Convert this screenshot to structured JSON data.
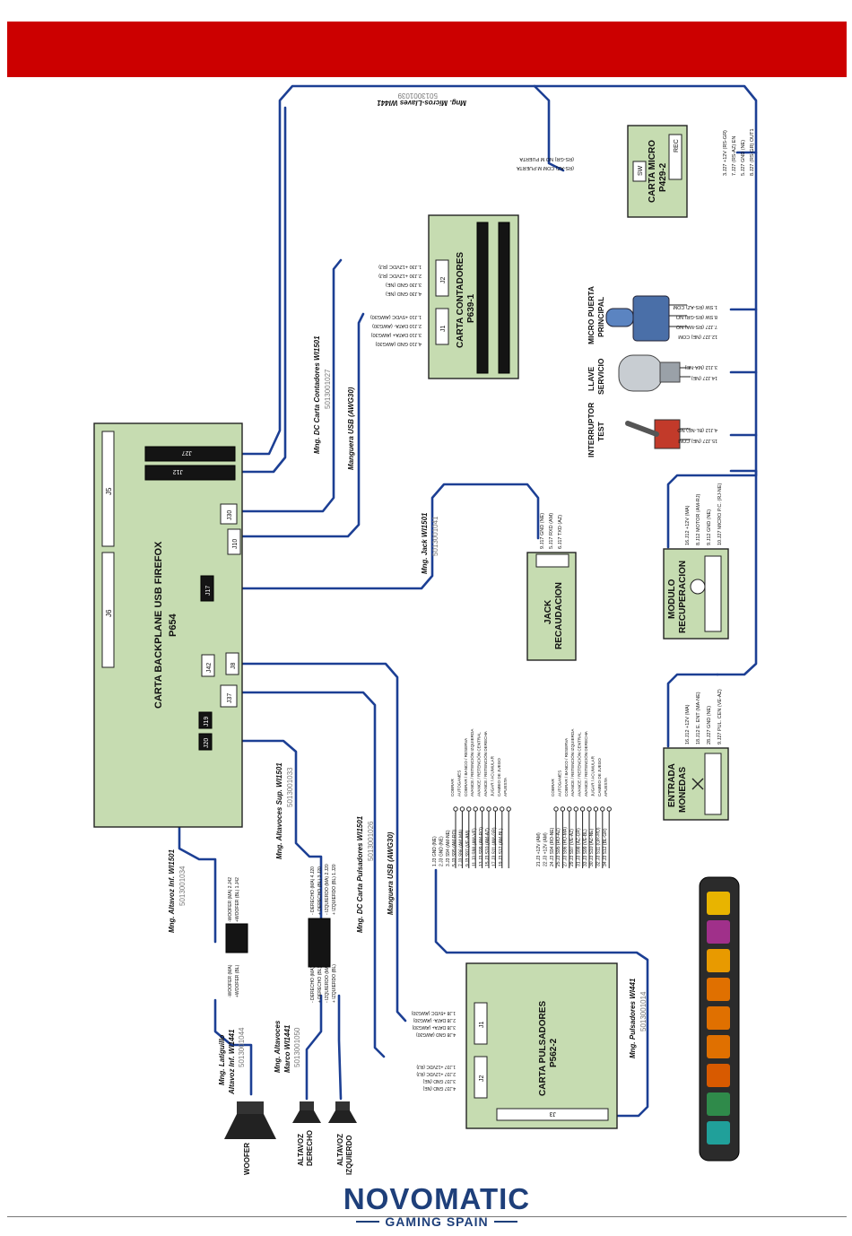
{
  "boards": {
    "backplane": {
      "title": "CARTA BACKPLANE USB FIREFOX",
      "code": "P654",
      "connectors": [
        "J5",
        "J6",
        "J27",
        "J12",
        "J30",
        "J10",
        "J17",
        "J42",
        "J8",
        "J37",
        "J19",
        "J20"
      ]
    },
    "contadores": {
      "title": "CARTA CONTADORES",
      "code": "P639-1",
      "j1": "J1",
      "j2": "J2"
    },
    "micro": {
      "title": "CARTA MICRO",
      "code": "P429-2",
      "rec": "REC",
      "sw": "SW"
    },
    "pulsadores": {
      "title": "CARTA PULSADORES",
      "code": "P562-2",
      "j1": "J1",
      "j2": "J2",
      "j3": "J3"
    },
    "jack": {
      "title": "JACK",
      "subtitle": "RECAUDACION"
    },
    "modulo": {
      "title": "MODULO",
      "subtitle": "RECUPERACION"
    },
    "entrada": {
      "title": "ENTRADA",
      "subtitle": "MONEDAS"
    }
  },
  "harnesses": {
    "micros_llaves": {
      "name": "Mng. Micros-Llaves WI441",
      "code": "5013001039"
    },
    "dc_contadores": {
      "name": "Mng. DC Carta Contadores WI1501",
      "code": "5013001027"
    },
    "usb_awg30_top": {
      "name": "Manguera USB (AWG30)"
    },
    "jack": {
      "name": "Mng. Jack WI1501",
      "code": "5013001041"
    },
    "altavoz_inf": {
      "name": "Mng. Altavoz Inf. WI1501",
      "code": "5013001034"
    },
    "altavoces_sup": {
      "name": "Mng. Altavoces Sup. WI1501",
      "code": "5013001033"
    },
    "dc_pulsadores": {
      "name": "Mng. DC Carta Pulsadores WI1501",
      "code": "5013001026"
    },
    "usb_awg30_bottom": {
      "name": "Manguera USB (AWG30)"
    },
    "pulsadores": {
      "name": "Mng. Pulsadores WI441",
      "code": "5013001014"
    },
    "latiguillo": {
      "name1": "Mng. Latiguillo",
      "name2": "Altavoz Inf. WI1441",
      "code": "5013001044"
    },
    "altavoces_marco": {
      "name1": "Mng. Altavoces",
      "name2": "Marco WI1441",
      "code": "5013001050"
    }
  },
  "devices": {
    "micro_puerta": {
      "line1": "MICRO PUERTA",
      "line2": "PRINCIPAL"
    },
    "llave": {
      "line1": "LLAVE",
      "line2": "SERVICIO"
    },
    "interruptor": {
      "line1": "INTERRUPTOR",
      "line2": "TEST"
    },
    "woofer": "WOOFER",
    "altavoz_der": {
      "line1": "ALTAVOZ",
      "line2": "DERECHO"
    },
    "altavoz_izq": {
      "line1": "ALTAVOZ",
      "line2": "IZQUIERDO"
    }
  },
  "wires": {
    "micro_rec": [
      "3.J27 +12V (RS-GR)",
      "7.J27 (RS-AZ) EN",
      "5.J27 GND (NE)",
      "8.J27 (RS-GR) OUT1"
    ],
    "micro_sw": [
      "(RS-GR) NO M PUERTA",
      "(RS-AZ) COM M.PUERTA"
    ],
    "contadores_j2": [
      "1.J30 +12VDC (RJ)",
      "2.J30 +12VDC (RJ)",
      "3.J30 GND (NE)",
      "4.J30 GND (NE)"
    ],
    "contadores_j1": [
      "1.J10 +5VDC (AWG30)",
      "2.J10 DATA- (AWG30)",
      "3.J10 DATA+ (AWG30)",
      "4.J10 GND (AWG30)"
    ],
    "micro_puerta": [
      "1.SW (RS-AZ) COM",
      "8.SW (RS-GR) NO",
      "7.J27 (RS-MA) NO",
      "12.J27 (NE) COM"
    ],
    "llave": [
      "3.J12 (MA-NE)",
      "14.J27 (NE)"
    ],
    "interruptor": [
      "4.J12 (BL-NE) NO",
      "15.J27 (NE) COM"
    ],
    "jack": [
      "9.J17 GND (NE)",
      "5.J17 RXD (AM)",
      "6.J17 TXD (AZ)"
    ],
    "modulo": [
      "16.J12 +12V (MA)",
      "8.J12 MOTOR (AM-RJ)",
      "9.J12 GND (NE)",
      "10.J27 MICRO P.C. (RJ-NE)"
    ],
    "entrada": [
      "16.J12 +12V (MA)",
      "18.J12 E. ENT (MA-NE)",
      "28.J27 GND (NE)",
      "9.J27 PUL. CEN (VE-AZ)"
    ],
    "altavoz_inf_cables": [
      "-WOOFER (MA) 2.J42",
      "+WOOFER (BL) 1.J42"
    ],
    "latiguillo_cables": [
      "-WOOFER (MA)",
      "+WOOFER (BL)"
    ],
    "altavoces_sup_cables": [
      "- DERECHO (MA) 4.J20",
      "+ DERECHO (BL) 3.J20",
      "- IZQUIERDO (MA) 2.J20",
      "+ IZQUIERDO (BL) 1.J20"
    ],
    "marco_cables": [
      "- DERECHO (MA)",
      "+ DERECHO (BL)",
      "- IZQUIERDO (MA)",
      "+ IZQUIERDO (BL)"
    ],
    "pulsadores_j1": [
      "1.J8 +5VDC (AWG30)",
      "2.J8 DATA- (AWG30)",
      "3.J8 DATA+ (AWG30)",
      "4.J8 GND (AWG30)"
    ],
    "pulsadores_j2": [
      "1.J37 +12VDC (RJ)",
      "2.J37 +12VDC (RJ)",
      "3.J37 GND (NE)",
      "4.J37 GND (NE)"
    ],
    "pulsadores_left": [
      "1.J3 GND (NE)",
      "2.J3 GND (NE)",
      "3.J3 S94 (AM-NE)",
      "5.J3 S95 (AM-RO)",
      "7.J3 S96 (AM-MA)",
      "9.J3 S97 (VE-AM)",
      "11.J3 S98 (AM-VE)",
      "13.J3 S99 (AM-RO)",
      "15.J3 S10 (AM-AZ)",
      "17.J3 S11 (AM-GR)",
      "19.J3 S12 (AM-BL)"
    ],
    "pulsadores_right": [
      "21.J3 +12V (AM)",
      "22.J3 +12V (AM)",
      "24.J3 S94 (RO-NE)",
      "25.J3 S95 (RO-AZ)",
      "27.J3 S96 (RO-MA)",
      "29.J3 S97 (VE-AZ)",
      "31.J3 S98 (AZ-GR)",
      "33.J3 S99 (VE-BL)",
      "30.J3 S10 (AZ-NE)",
      "32.J3 S11 (GR-RO)",
      "34.J3 S12 (BL-GR)"
    ],
    "funciones_left": [
      "COBRAR",
      "AUTOGAMES",
      "COBRAR / BANCO / RESERVA",
      "AVANCE / RETENCIÓN IZQUIERDA",
      "AVANCE / RETENCIÓN CENTRAL",
      "AVANCE / RETENCIÓN DERECHA",
      "JUGAR / ACUMULAR",
      "CAMBIO DE JUEGO",
      "APUESTA"
    ],
    "funciones_right": [
      "COBRAR",
      "AUTOGAMES",
      "COBRAR / BANCO / RESERVA",
      "AVANCE / RETENCIÓN IZQUIERDA",
      "AVANCE / RETENCIÓN CENTRAL",
      "AVANCE / RETENCIÓN DERECHA",
      "JUGAR / ACUMULAR",
      "CAMBIO DE JUEGO",
      "APUESTA"
    ]
  },
  "colors": {
    "header": "#cc0000",
    "board": "#c6dcb1",
    "wire": "#1c3f94",
    "logo": "#1e3f7a"
  },
  "logo": {
    "name": "NOVOMATIC",
    "sub": "GAMING SPAIN"
  }
}
